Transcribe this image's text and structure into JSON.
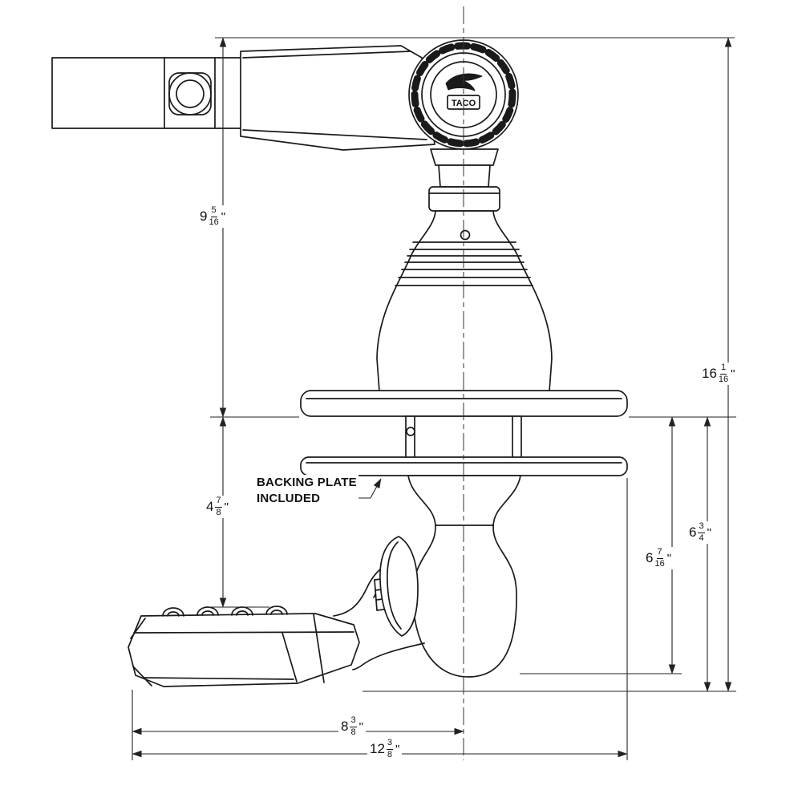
{
  "drawing": {
    "logo_text": "TACO",
    "note_line1": "BACKING PLATE",
    "note_line2": "INCLUDED"
  },
  "dimensions": {
    "upper_height": {
      "whole": "9",
      "num": "5",
      "den": "16",
      "unit": "\""
    },
    "lower_height": {
      "whole": "4",
      "num": "7",
      "den": "8",
      "unit": "\""
    },
    "total_height": {
      "whole": "16",
      "num": "1",
      "den": "16",
      "unit": "\""
    },
    "right_outer_height": {
      "whole": "6",
      "num": "3",
      "den": "4",
      "unit": "\""
    },
    "right_inner_height": {
      "whole": "6",
      "num": "7",
      "den": "16",
      "unit": "\""
    },
    "base_width": {
      "whole": "8",
      "num": "3",
      "den": "8",
      "unit": "\""
    },
    "overall_width": {
      "whole": "12",
      "num": "3",
      "den": "8",
      "unit": "\""
    }
  }
}
